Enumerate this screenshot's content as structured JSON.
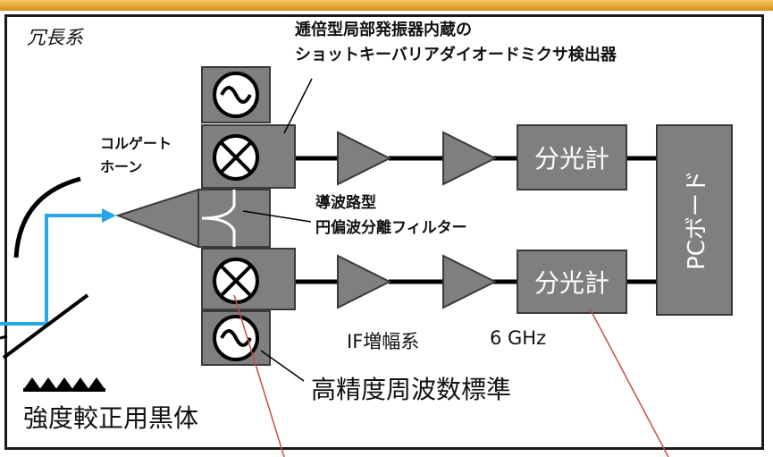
{
  "labels": {
    "redundant": "冗長系",
    "mixer_title_1": "逓倍型局部発振器内蔵の",
    "mixer_title_2": "ショットキーバリアダイオードミクサ検出器",
    "horn_1": "コルゲート",
    "horn_2": "ホーン",
    "filter_1": "導波路型",
    "filter_2": "円偏波分離フィルター",
    "spectrometer_upper": "分光計",
    "spectrometer_lower": "分光計",
    "pc_board": "PCボード",
    "if_amp": "IF増幅系",
    "if_freq": "6 GHz",
    "freq_standard": "高精度周波数標準",
    "blackbody": "強度較正用黒体"
  },
  "colors": {
    "box_fill": "#7f7f7f",
    "box_stroke": "#3a3a3a",
    "beam": "#27a6e8",
    "callout_red": "#c0504d",
    "topbar": "#e0a030"
  }
}
